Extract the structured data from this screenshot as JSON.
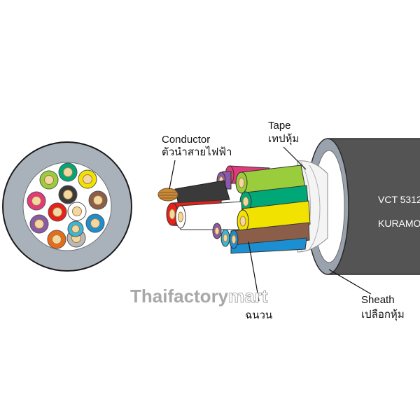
{
  "labels": {
    "conductor_en": "Conductor",
    "conductor_th": "ตัวนำสายไฟฟ้า",
    "tape_en": "Tape",
    "tape_th": "เทปหุ้ม",
    "insulation_th": "ฉนวน",
    "sheath_en": "Sheath",
    "sheath_th": "เปลือกหุ้ม"
  },
  "sheath_print": {
    "line1": "VCT 5312",
    "line2": "KURAMO"
  },
  "watermark": {
    "part1": "Thaifactory",
    "part2": "mart"
  },
  "colors": {
    "sheath": "#545454",
    "sheath_edge": "#9aa3ad",
    "cross_section_jacket": "#a9b1ba",
    "tape": "#f4f4f4",
    "copper": "#c8893a",
    "core_colors": [
      "#9acd3c",
      "#00a878",
      "#f2e200",
      "#8b5e4a",
      "#1b8fd2",
      "#e23a7a",
      "#8a5aa8",
      "#e8201a",
      "#ffffff",
      "#3a3a3a",
      "#e86b1a",
      "#39b7d9",
      "#b8b8b8"
    ]
  }
}
